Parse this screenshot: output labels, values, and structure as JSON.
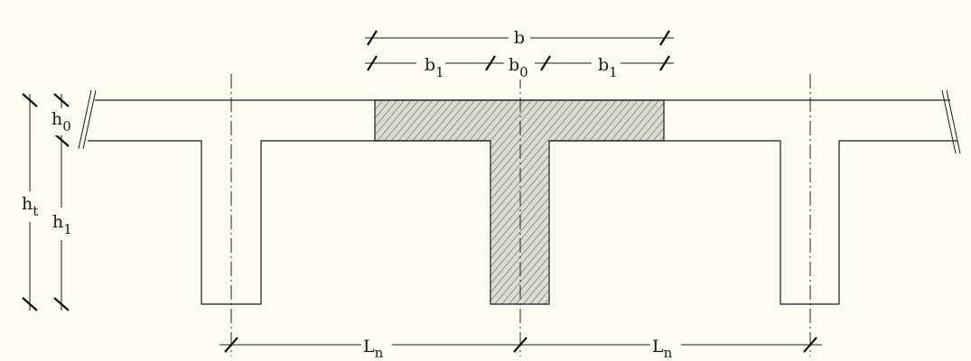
{
  "diagram": {
    "colors": {
      "background": "#fdfcf1",
      "line": "#1a1a1a",
      "hatch_fill": "#dcdcd4"
    },
    "dimension_labels": {
      "b": {
        "main": "b",
        "sub": ""
      },
      "b1_left": {
        "main": "b",
        "sub": "1"
      },
      "b0": {
        "main": "b",
        "sub": "0"
      },
      "b1_right": {
        "main": "b",
        "sub": "1"
      },
      "h0": {
        "main": "h",
        "sub": "0"
      },
      "ht": {
        "main": "h",
        "sub": "t"
      },
      "h1": {
        "main": "h",
        "sub": "1"
      },
      "ln_left": {
        "main": "L",
        "sub": "n"
      },
      "ln_right": {
        "main": "L",
        "sub": "n"
      }
    }
  }
}
